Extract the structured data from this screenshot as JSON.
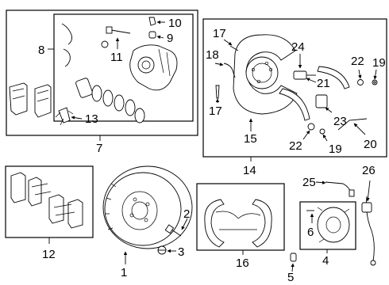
{
  "diagram": {
    "callouts": {
      "n1": "1",
      "n2": "2",
      "n3": "3",
      "n4": "4",
      "n5": "5",
      "n6": "6",
      "n7": "7",
      "n8": "8",
      "n9": "9",
      "n10": "10",
      "n11": "11",
      "n12": "12",
      "n13": "13",
      "n14": "14",
      "n15": "15",
      "n16": "16",
      "n17a": "17",
      "n17b": "17",
      "n18": "18",
      "n19a": "19",
      "n19b": "19",
      "n20": "20",
      "n21": "21",
      "n22a": "22",
      "n22b": "22",
      "n23": "23",
      "n24": "24",
      "n25": "25",
      "n26": "26"
    }
  }
}
